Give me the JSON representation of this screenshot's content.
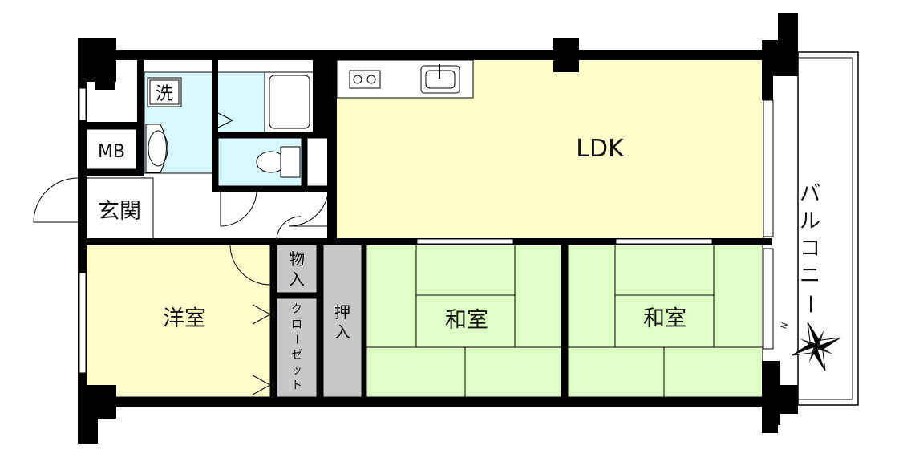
{
  "rooms": {
    "ldk": "LDK",
    "entrance": "玄関",
    "meter_box": "MB",
    "laundry": "洗",
    "western_room": "洋室",
    "storage": [
      "物",
      "入"
    ],
    "closet": [
      "ク",
      "ロ",
      "ー",
      "ゼ",
      "ッ",
      "ト"
    ],
    "oshiire": [
      "押",
      "入"
    ],
    "japanese_room_1": "和室",
    "japanese_room_2": "和室",
    "balcony": [
      "バ",
      "ル",
      "コ",
      "ニ",
      "ー"
    ]
  },
  "compass": {
    "label": "N",
    "icon": "compass-star-icon"
  },
  "colors": {
    "ldk": "#ffffcc",
    "western": "#ffffcc",
    "wet_area": "#d9f7ff",
    "tatami": "#ddffc6",
    "storage": "#c8c8c8",
    "wall": "#000000"
  }
}
